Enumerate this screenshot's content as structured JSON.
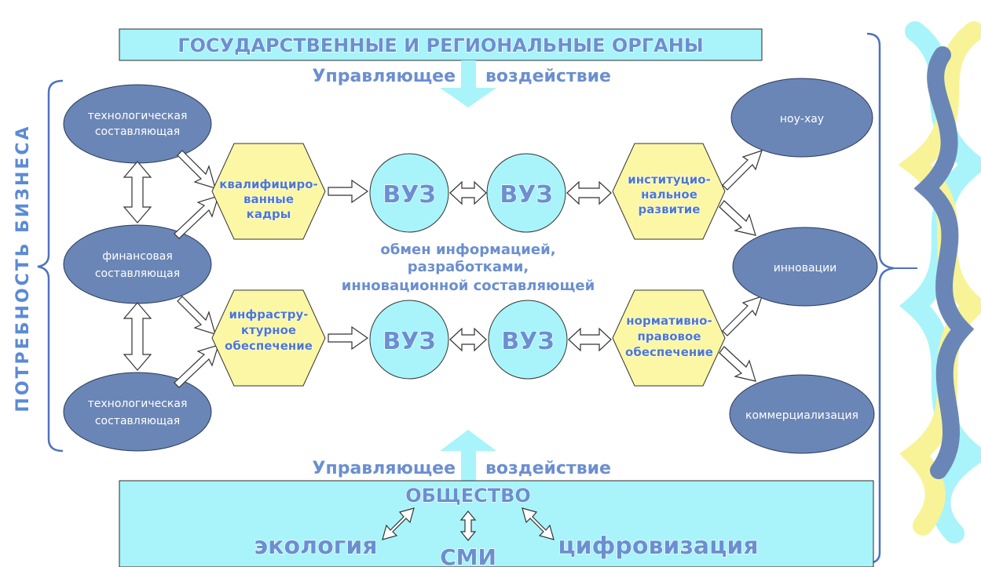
{
  "top_banner": "ГОСУДАРСТВЕННЫЕ И РЕГИОНАЛЬНЫЕ ОРГАНЫ",
  "top_influence": {
    "left": "Управляющее",
    "right": "воздействие"
  },
  "bottom_influence": {
    "left": "Управляющее",
    "right": "воздействие"
  },
  "side_label": "ПОТРЕБНОСТЬ БИЗНЕСА",
  "left_ellipses": [
    {
      "line1": "технологическая",
      "line2": "составляющая"
    },
    {
      "line1": "финансовая",
      "line2": "составляющая"
    },
    {
      "line1": "технологическая",
      "line2": "составляющая"
    }
  ],
  "left_hexagons": [
    {
      "lines": [
        "квалифициро-",
        "ванные",
        "кадры"
      ]
    },
    {
      "lines": [
        "инфрастру-",
        "ктурное",
        "обеспечение"
      ]
    }
  ],
  "right_hexagons": [
    {
      "lines": [
        "институцио-",
        "нальное",
        "развитие"
      ]
    },
    {
      "lines": [
        "нормативно-",
        "правовое",
        "обеспечение"
      ]
    }
  ],
  "vuz": [
    "ВУЗ",
    "ВУЗ",
    "ВУЗ",
    "ВУЗ"
  ],
  "center_text": [
    "обмен информацией,",
    "разработками,",
    "инновационной составляющей"
  ],
  "right_ellipses": [
    "ноу-хау",
    "инновации",
    "коммерциализация"
  ],
  "society": {
    "title": "ОБЩЕСТВО",
    "items": [
      "экология",
      "СМИ",
      "цифровизация"
    ]
  },
  "colors": {
    "cyan": "#a8f4fa",
    "ellipse": "#6a86b6",
    "hexagon": "#fbf7a4",
    "brace": "#4f72c0",
    "accent_text": "#6b8fcf"
  }
}
